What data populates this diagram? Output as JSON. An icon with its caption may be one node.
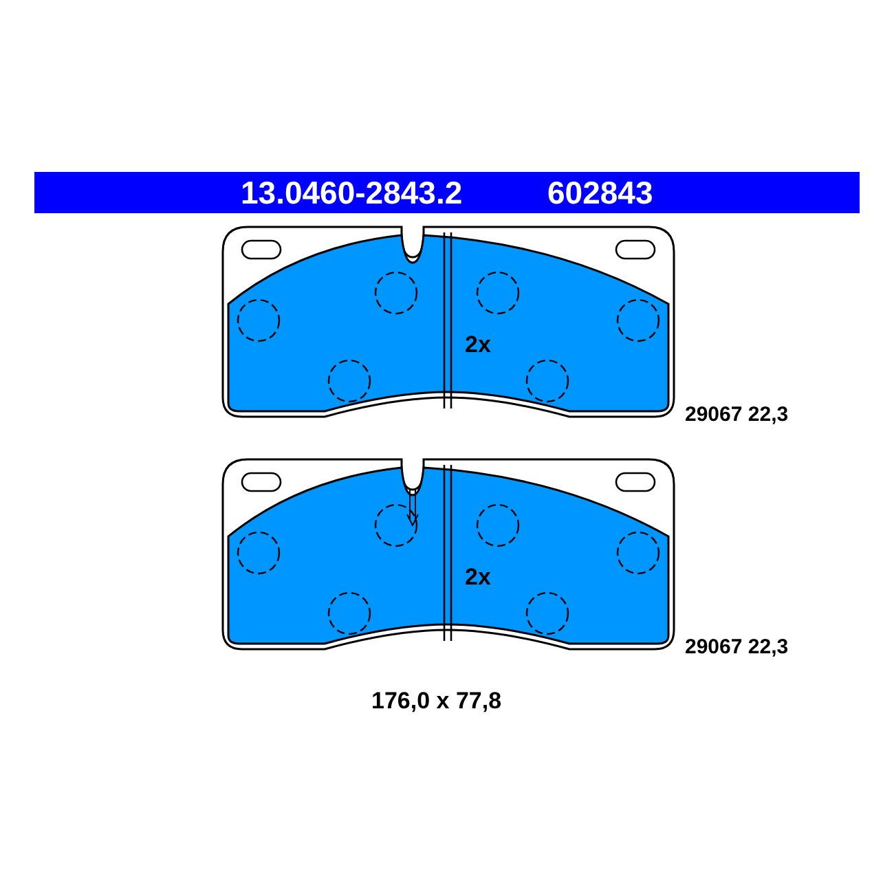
{
  "diagram": {
    "nodes": [
      {
        "text": [
          "2x"
        ],
        "beside": [
          "29067 22,3"
        ]
      },
      {
        "text": [
          "2x"
        ],
        "beside": [
          "29067 22,3"
        ]
      }
    ],
    "labels": [
      "13.0460-2843.2",
      "602843",
      "176,0 x 77,8"
    ]
  }
}
